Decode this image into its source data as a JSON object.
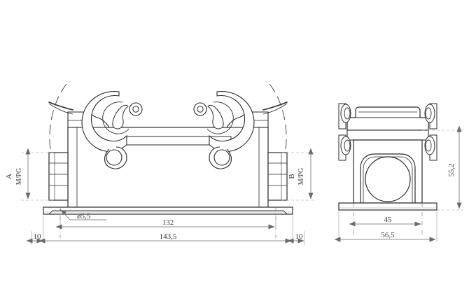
{
  "drawing": {
    "title": "Heavy duty connector hood - two view technical drawing",
    "background_color": "#ffffff",
    "line_color": "#2b2b2b",
    "dim_line_color": "#6a6a6a",
    "text_color": "#3a3a3a",
    "views": [
      {
        "name": "front-view",
        "label": ""
      },
      {
        "name": "side-view",
        "label": ""
      }
    ]
  },
  "front_view": {
    "dimensions": {
      "overall_length": "143,5",
      "mounting_hole_span": "132",
      "left_edge_offset": "10",
      "right_edge_offset": "10",
      "hole_diameter": "ø5,5"
    },
    "labels": {
      "left_port_letter": "A",
      "left_port_thread": "M/PG",
      "right_port_letter": "B",
      "right_port_thread": "M/PG"
    }
  },
  "side_view": {
    "dimensions": {
      "flange_inner_width": "45",
      "overall_width": "56,5",
      "overall_height": "55,2"
    }
  }
}
